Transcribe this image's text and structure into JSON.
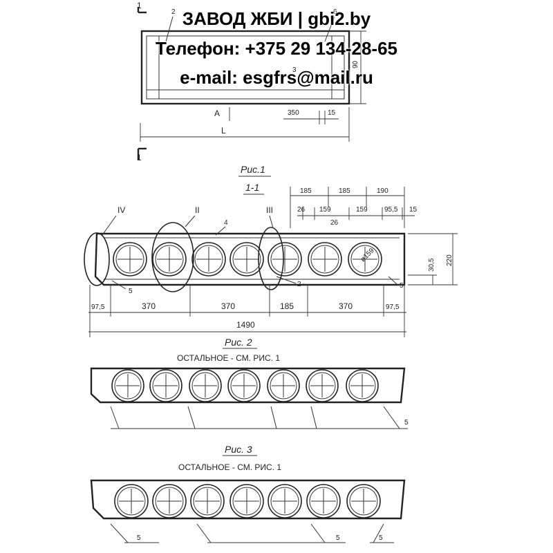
{
  "watermark": {
    "line1": "ЗАВОД ЖБИ | gbi2.by",
    "line2": "Телефон: +375 29 134-28-65",
    "line3": "e-mail: esgfrs@mail.ru"
  },
  "plan": {
    "section_mark": "1",
    "label_A": "A",
    "label_L": "L",
    "dim_350": "350",
    "dim_15": "15",
    "dim_90": "90",
    "callout_2": "2",
    "callout_6": "6",
    "callout_3": "3"
  },
  "fig1": {
    "title": "Рис.1",
    "section": "1-1",
    "top_dims": [
      "185",
      "185",
      "190"
    ],
    "sub_dims": [
      "26",
      "159",
      "159",
      "95,5",
      "15"
    ],
    "dim_26b": "26",
    "diameter": "ø159",
    "nodes": [
      "IV",
      "II",
      "III"
    ],
    "callout_4": "4",
    "callout_5": "5",
    "callout_2": "2",
    "callout_5b": "5",
    "dim_220": "220",
    "dim_30_5": "30,5",
    "bottom_dims": [
      "97,5",
      "370",
      "370",
      "185",
      "370",
      "97,5"
    ],
    "total": "1490"
  },
  "fig2": {
    "title": "Рис. 2",
    "note": "ОСТАЛЬНОЕ - СМ. РИС. 1",
    "callout": "5"
  },
  "fig3": {
    "title": "Рис. 3",
    "note": "ОСТАЛЬНОЕ - СМ. РИС. 1",
    "callouts": [
      "5",
      "5",
      "5"
    ]
  }
}
